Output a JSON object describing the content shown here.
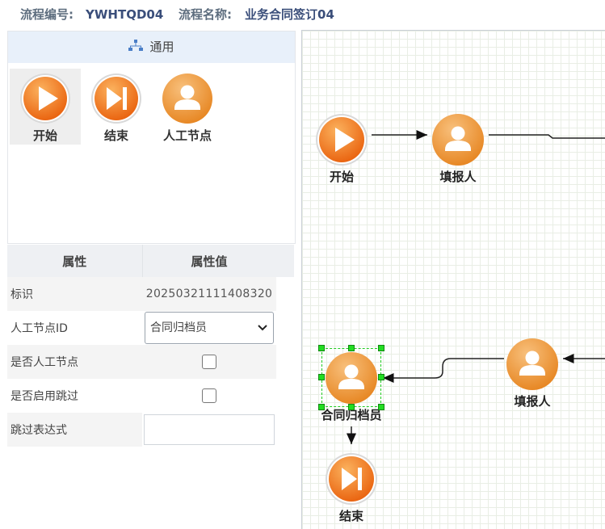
{
  "header": {
    "flow_code_label": "流程编号:",
    "flow_code": "YWHTQD04",
    "flow_name_label": "流程名称:",
    "flow_name": "业务合同签订04"
  },
  "palette": {
    "title": "通用",
    "items": [
      {
        "label": "开始",
        "icon": "play-icon",
        "selected": true
      },
      {
        "label": "结束",
        "icon": "skip-end-icon",
        "selected": false
      },
      {
        "label": "人工节点",
        "icon": "user-icon",
        "selected": false
      }
    ]
  },
  "properties": {
    "col_name": "属性",
    "col_value": "属性值",
    "rows": [
      {
        "name": "标识",
        "value": "20250321111408320"
      },
      {
        "name": "人工节点ID",
        "value": "合同归档员"
      },
      {
        "name": "是否人工节点",
        "value": ""
      },
      {
        "name": "是否启用跳过",
        "value": ""
      },
      {
        "name": "跳过表达式",
        "value": ""
      }
    ]
  },
  "canvas": {
    "nodes": {
      "start": "开始",
      "reporter_top": "填报人",
      "reporter_bottom": "填报人",
      "archivist": "合同归档员",
      "end": "结束"
    }
  },
  "colors": {
    "orange_light": "#f7a14a",
    "orange_dark": "#e96b0f",
    "user_light": "#f5b468",
    "user_dark": "#e98b2c",
    "handle": "#22dd22"
  }
}
